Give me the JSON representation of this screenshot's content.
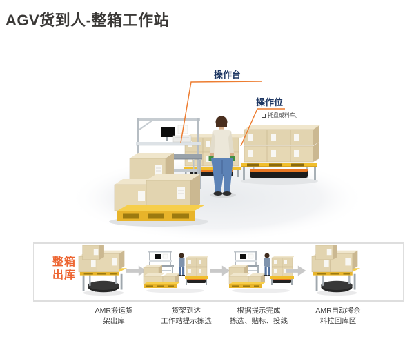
{
  "page": {
    "title": "AGV货到人-整箱工作站"
  },
  "scene": {
    "callouts": {
      "bench": {
        "label": "操作台"
      },
      "position": {
        "label": "操作位",
        "note": "托盘或料车。"
      }
    }
  },
  "flow": {
    "stage_label": "整箱\n出库",
    "steps": [
      {
        "caption": "AMR搬运货\n架出库"
      },
      {
        "caption": "货架到达\n工作站提示拣选"
      },
      {
        "caption": "根据提示完成\n拣选、贴标、投线"
      },
      {
        "caption": "AMR自动将余\n料拉回库区"
      }
    ]
  },
  "colors": {
    "accent_orange": "#ED7D31",
    "stage_orange": "#ED6430",
    "label_navy": "#1F3864",
    "title_gray": "#3A3836",
    "caption_gray": "#3F3F3F",
    "arrow_gray": "#C9C9C9",
    "pallet_yellow": "#F2C12E",
    "box_tan": "#E2D4B0",
    "amr_orange": "#E87722"
  }
}
